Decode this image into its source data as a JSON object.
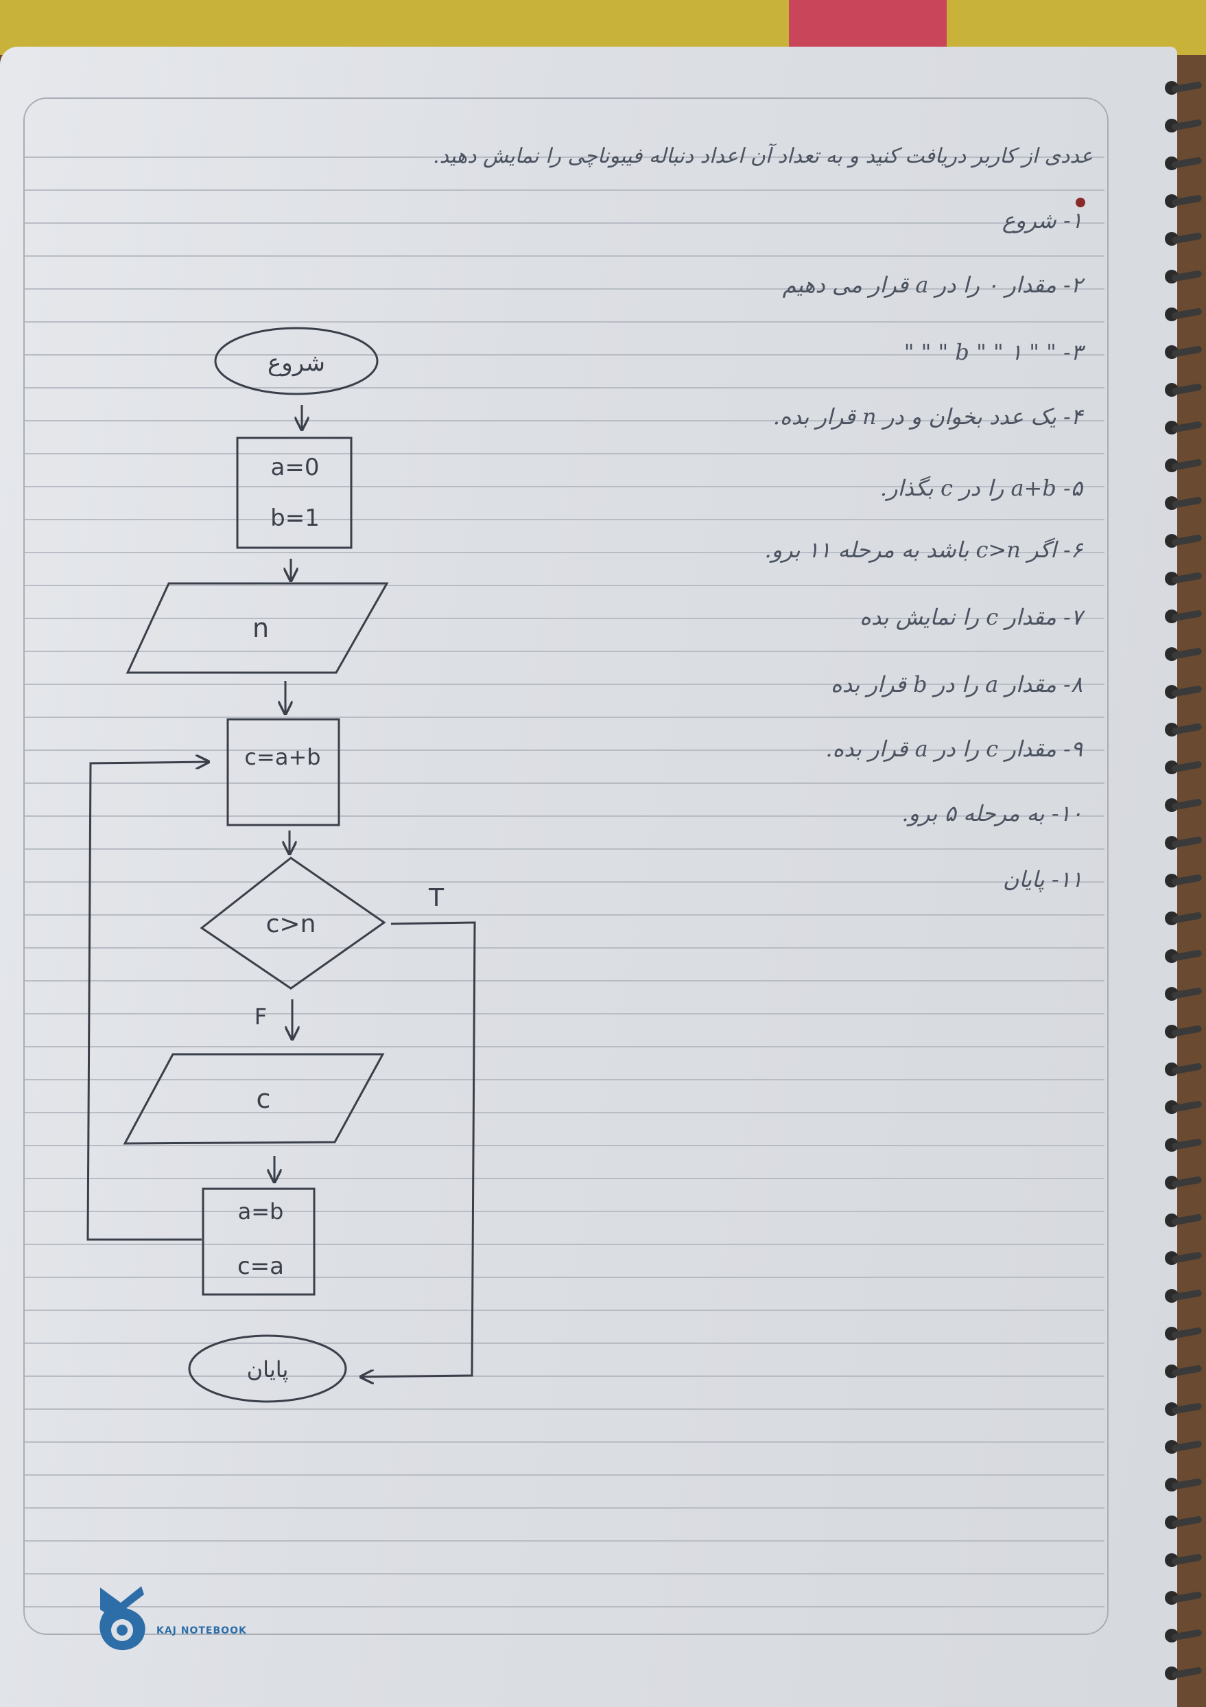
{
  "problem": {
    "title": "عددی از کاربر دریافت کنید و به تعداد آن اعداد دنباله فیبوناچی را نمایش دهید."
  },
  "steps": [
    "۱- شروع",
    "۲- مقدار ۰ را در a قرار می دهیم",
    "۳- \" \" ۱ \" \" b \" \" \"",
    "۴- یک عدد بخوان و در n قرار بده.",
    "۵- a+b را در c بگذار.",
    "۶- اگر c>n باشد به مرحله ۱۱ برو.",
    "۷- مقدار c را نمایش بده",
    "۸- مقدار a را در b قرار بده",
    "۹- مقدار c را در a قرار بده.",
    "۱۰- به مرحله ۵ برو.",
    "۱۱- پایان"
  ],
  "flowchart": {
    "start": "شروع",
    "init_a": "a=0",
    "init_b": "b=1",
    "input": "n",
    "process": "c=a+b",
    "decision": "c>n",
    "true_label": "T",
    "false_label": "F",
    "output": "c",
    "update_a": "a=b",
    "update_c": "c=a",
    "end": "پایان"
  },
  "brand": {
    "name": "KAJ NOTEBOOK",
    "color": "#2d6ea8"
  }
}
